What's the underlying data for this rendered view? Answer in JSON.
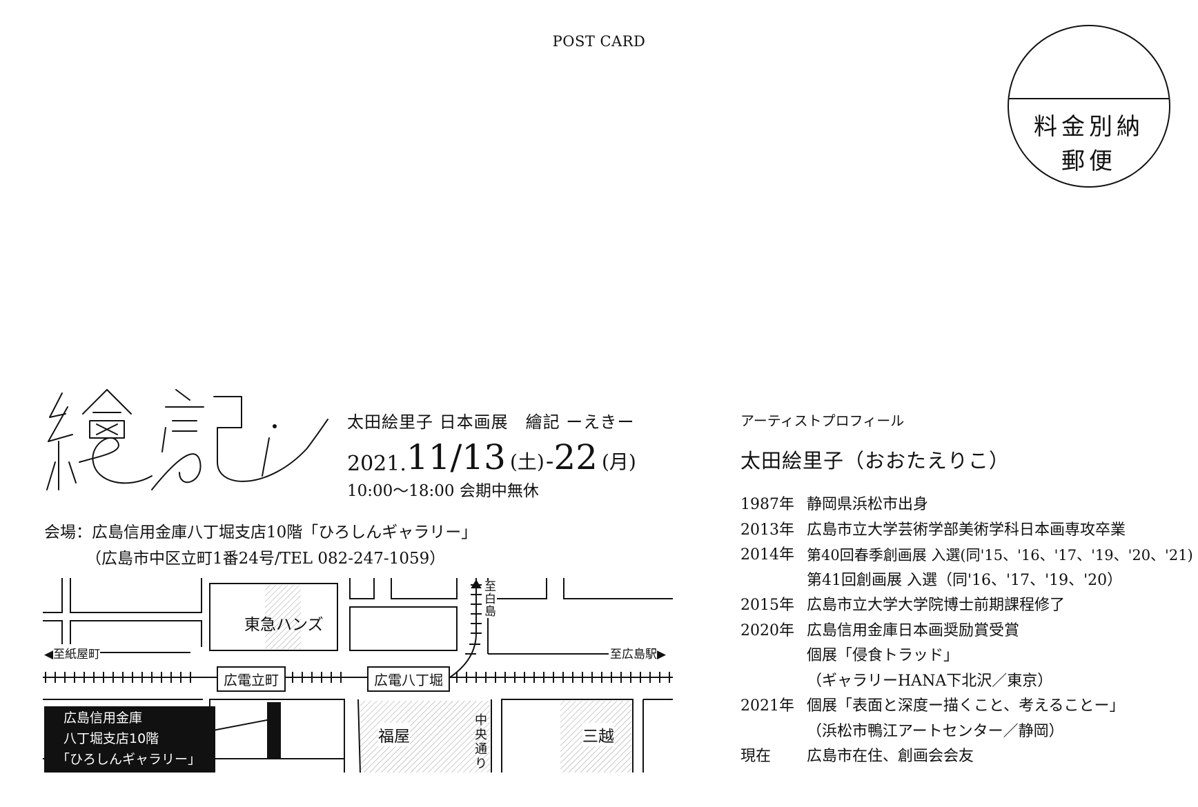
{
  "card": {
    "post_card_label": "POST CARD"
  },
  "stamp": {
    "line1": "料金別納",
    "line2": "郵便"
  },
  "logo": {
    "text": "繪記"
  },
  "exhibition": {
    "title": "太田絵里子 日本画展　繪記 ーえきー",
    "date_year": "2021.",
    "date_start": "11/13",
    "date_start_day": "(土)",
    "date_dash": "-",
    "date_end": "22",
    "date_end_day": "(月)",
    "hours": "10:00～18:00 会期中無休",
    "venue": "会場：広島信用金庫八丁堀支店10階「ひろしんギャラリー」",
    "address": "（広島市中区立町1番24号/TEL 082-247-1059）"
  },
  "map": {
    "tokyu_hands": "東急ハンズ",
    "to_kamiyacho": "◀至紙屋町",
    "to_hakushima": "至白島",
    "to_hiroshima_station": "至広島駅▶",
    "station_tatemachi": "広電立町",
    "station_hatchobori": "広電八丁堀",
    "fukuya": "福屋",
    "mitsukoshi": "三越",
    "chuo_dori": "中央通り",
    "venue_callout_l1": "広島信用金庫",
    "venue_callout_l2": "八丁堀支店10階",
    "venue_callout_l3": "「ひろしんギャラリー」"
  },
  "profile": {
    "heading": "アーティストプロフィール",
    "name": "太田絵里子（おおたえりこ）",
    "entries": [
      {
        "year": "1987年",
        "text": "静岡県浜松市出身"
      },
      {
        "year": "2013年",
        "text": "広島市立大学芸術学部美術学科日本画専攻卒業"
      },
      {
        "year": "2014年",
        "text": "第40回春季創画展 入選(同'15、'16、'17、'19、'20、'21)"
      },
      {
        "year": "",
        "text": "第41回創画展 入選（同'16、'17、'19、'20）"
      },
      {
        "year": "2015年",
        "text": "広島市立大学大学院博士前期課程修了"
      },
      {
        "year": "2020年",
        "text": "広島信用金庫日本画奨励賞受賞"
      },
      {
        "year": "",
        "text": "個展「侵食トラッド」"
      },
      {
        "year": "",
        "text": "（ギャラリーHANA下北沢／東京）"
      },
      {
        "year": "2021年",
        "text": "個展「表面と深度ー描くこと、考えることー」"
      },
      {
        "year": "",
        "text": "（浜松市鴨江アートセンター／静岡）"
      },
      {
        "year": "現在",
        "text": "広島市在住、創画会会友"
      }
    ]
  }
}
